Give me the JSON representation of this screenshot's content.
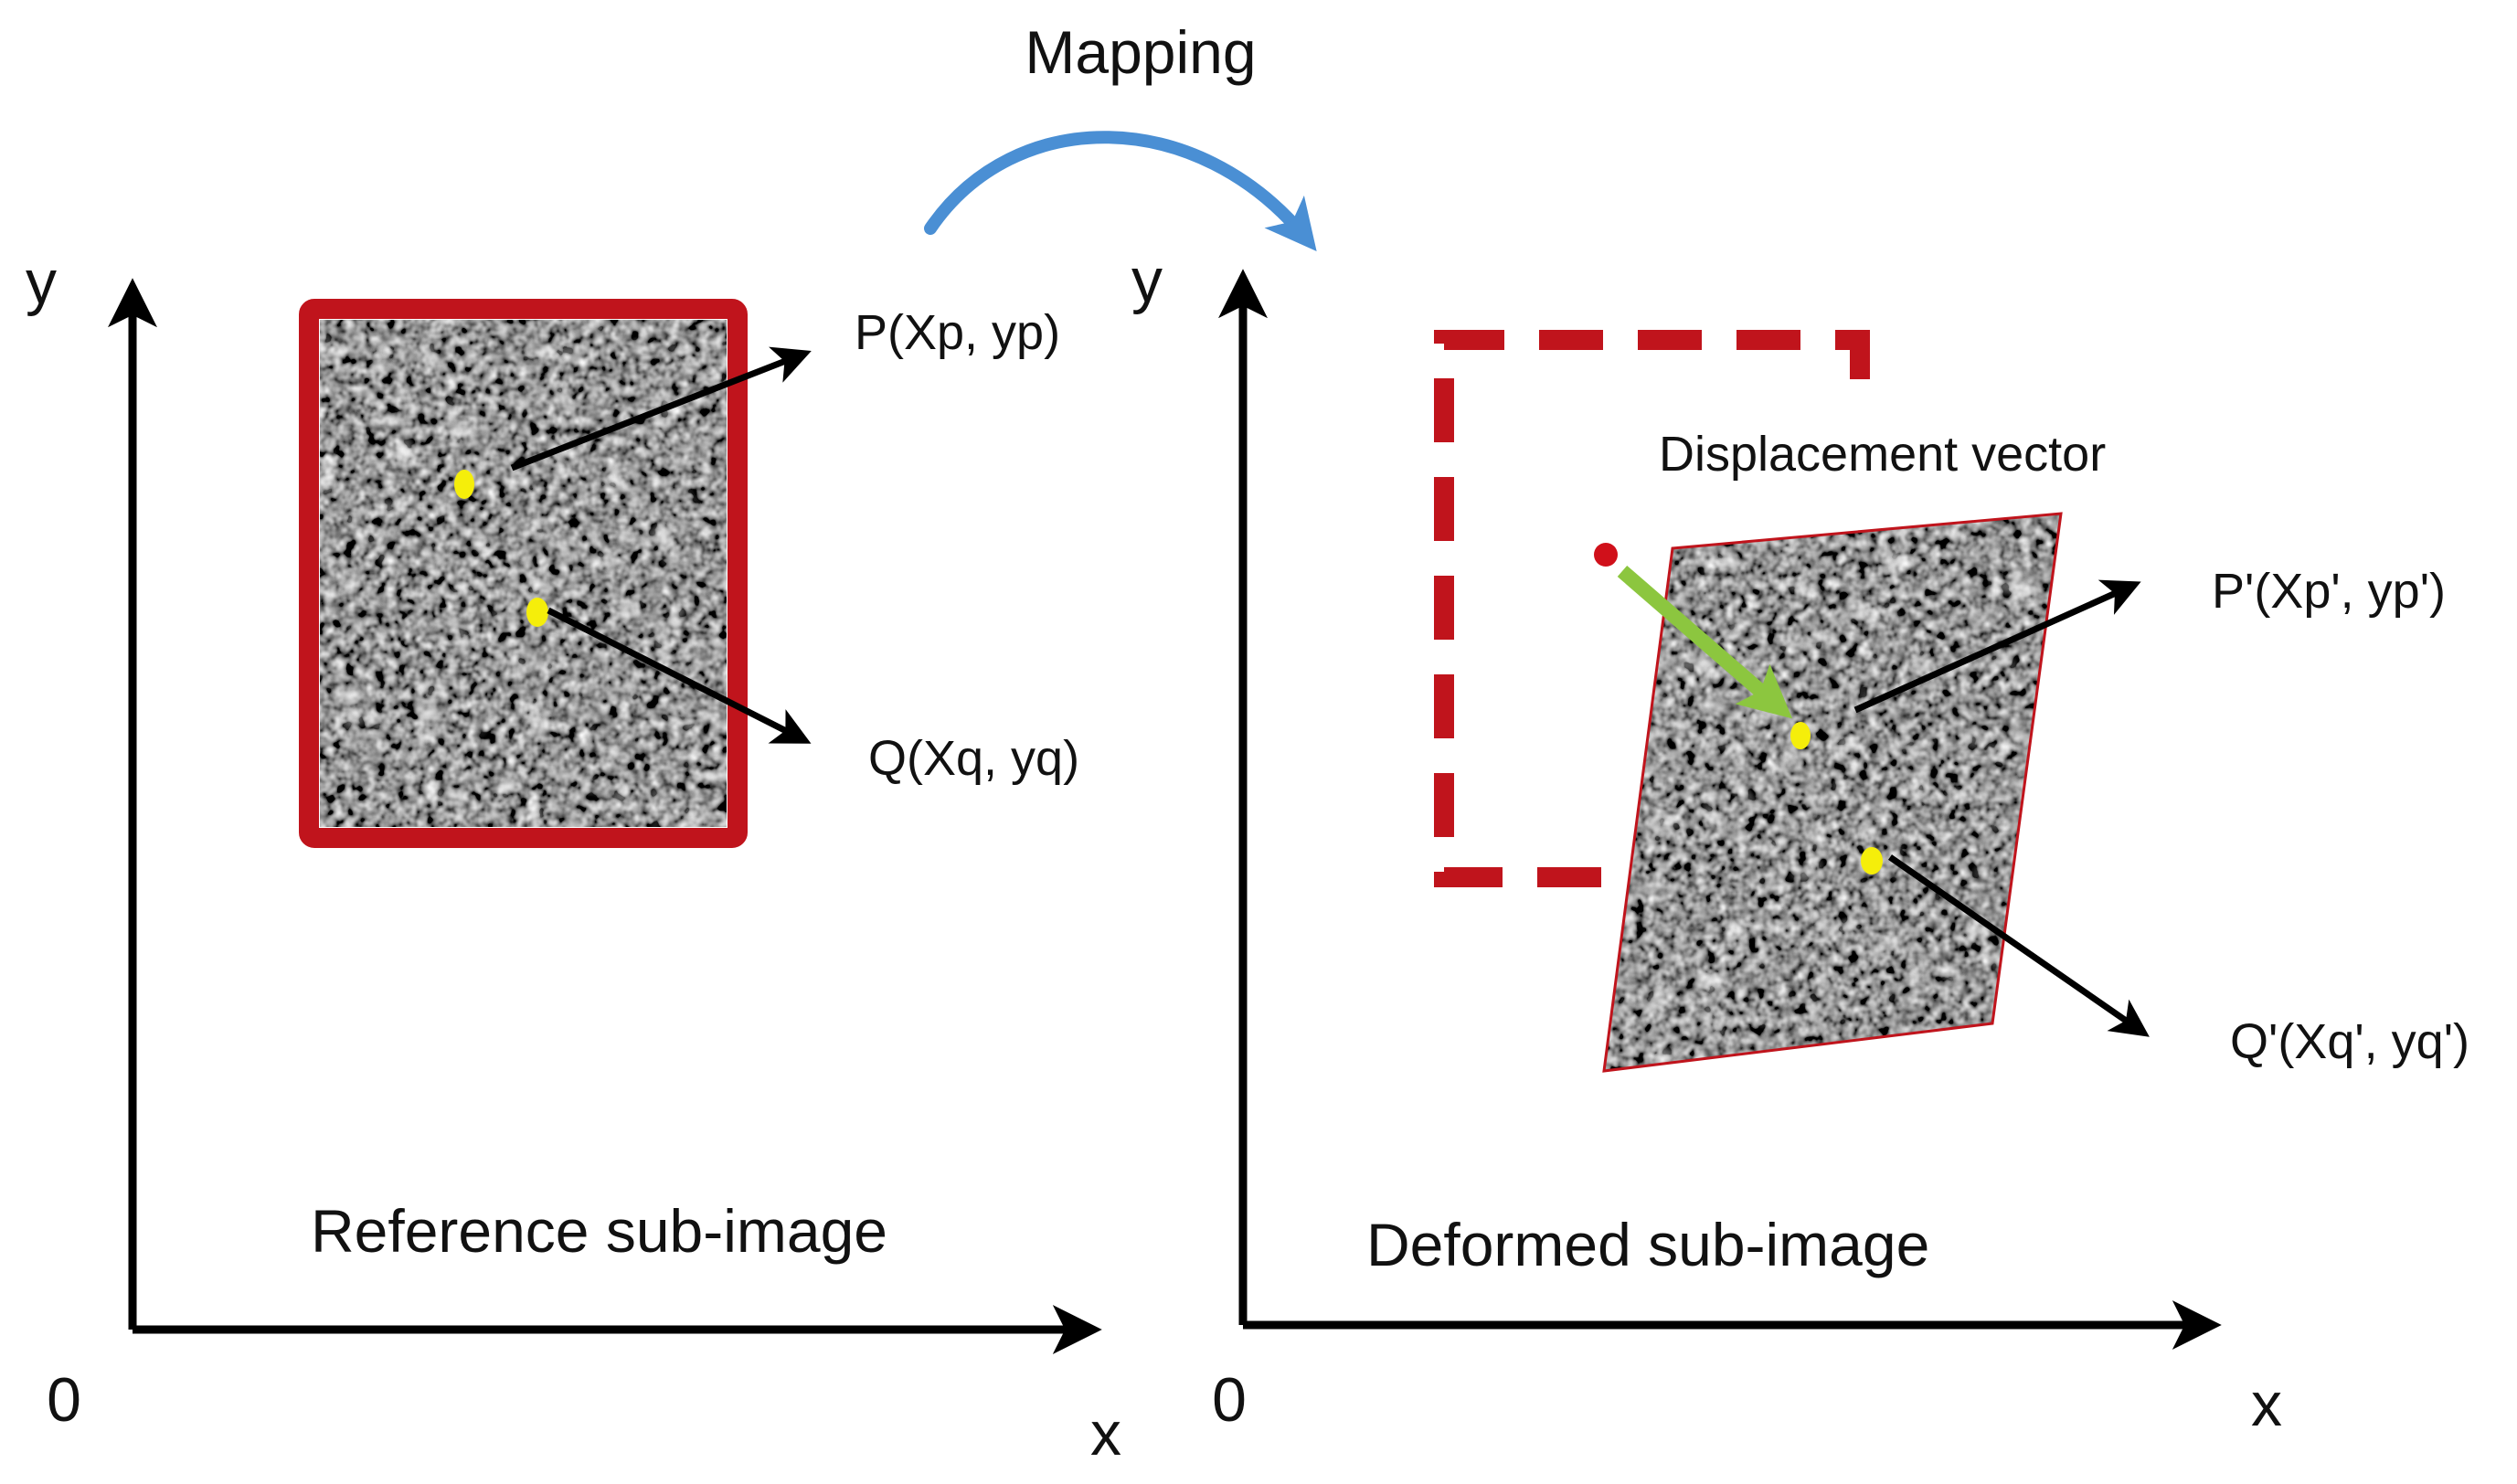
{
  "title": "Mapping",
  "left_panel": {
    "axis_y": "y",
    "axis_x": "x",
    "origin": "0",
    "caption": "Reference sub-image",
    "point_p": "P(Xp, yp)",
    "point_q": "Q(Xq, yq)"
  },
  "right_panel": {
    "axis_y": "y",
    "axis_x": "x",
    "origin": "0",
    "caption": "Deformed sub-image",
    "displacement_label": "Displacement vector",
    "point_p": "P'(Xp', yp')",
    "point_q": "Q'(Xq', yq')"
  },
  "colors": {
    "subset_border": "#c0141c",
    "mapping_arrow": "#4a8fd4",
    "displacement_arrow": "#8cc63f",
    "marker": "#f5ee0a",
    "origin_marker": "#d0101a",
    "axis": "#000000"
  }
}
